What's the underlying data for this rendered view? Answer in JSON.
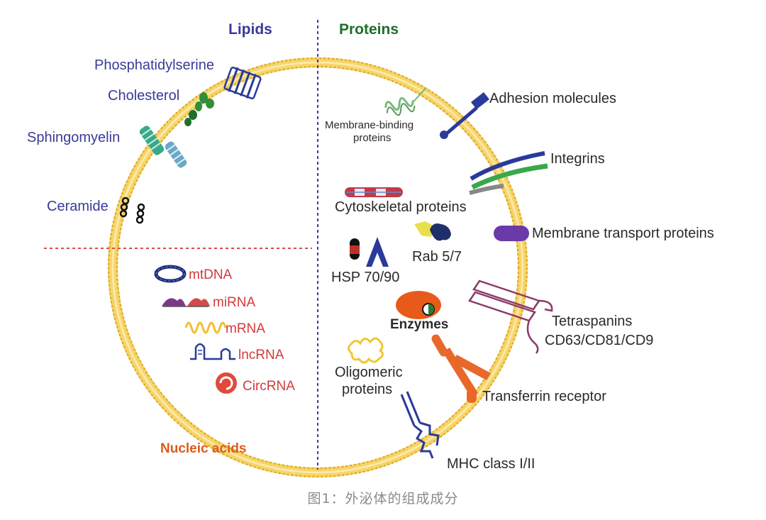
{
  "figure": {
    "sections": {
      "lipids": "Lipids",
      "proteins": "Proteins",
      "nucleic_acids": "Nucleic acids"
    },
    "lipids": {
      "phosphatidylserine": "Phosphatidylserine",
      "cholesterol": "Cholesterol",
      "sphingomyelin": "Sphingomyelin",
      "ceramide": "Ceramide"
    },
    "nucleic_acids": {
      "mtdna": "mtDNA",
      "mirna": "miRNA",
      "mrna": "mRNA",
      "lncrna": "lncRNA",
      "circrna": "CircRNA"
    },
    "proteins": {
      "membrane_binding_line1": "Membrane-binding",
      "membrane_binding_line2": "proteins",
      "adhesion": "Adhesion molecules",
      "integrins": "Integrins",
      "cytoskeletal": "Cytoskeletal proteins",
      "membrane_transport": "Membrane transport proteins",
      "rab": "Rab 5/7",
      "hsp": "HSP 70/90",
      "enzymes": "Enzymes",
      "tetraspanins_line1": "Tetraspanins",
      "tetraspanins_line2": "CD63/CD81/CD9",
      "oligomeric_line1": "Oligomeric",
      "oligomeric_line2": "proteins",
      "transferrin": "Transferrin receptor",
      "mhc": "MHC class I/II"
    },
    "colors": {
      "lipid_label": "#3a3a9a",
      "protein_header": "#1e6e2a",
      "protein_label": "#2a2a2a",
      "nucleic_label": "#d43a3a",
      "nucleic_header": "#e05a1a",
      "membrane": "#f2c73a",
      "divider_vertical": "#3a3a9a",
      "divider_horizontal": "#d94a4a"
    }
  },
  "caption": "图1：外泌体的组成成分"
}
